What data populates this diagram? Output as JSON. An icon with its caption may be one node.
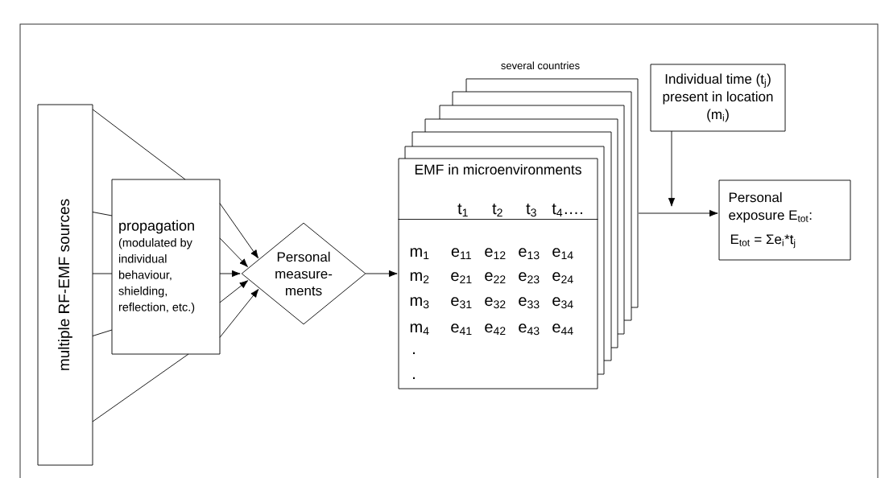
{
  "diagram": {
    "nodes": [
      {
        "text": [
          "multiple RF-EMF sources"
        ]
      },
      {
        "text": [
          "propagation",
          "(modulated by individual behaviour, shielding, reflection, etc.)"
        ]
      },
      {
        "text": [
          "Personal measure-ments"
        ]
      },
      {
        "text": [
          "EMF in microenvironments"
        ]
      },
      {
        "text": [
          "Individual time (t$_{j}$) present in location (m$_{i}$)"
        ]
      },
      {
        "text": [
          "Personal exposure E$_{tot}$:",
          "E$_{tot}$ = Σe$_{i}$*t$_{j}$"
        ]
      }
    ],
    "edges": [
      {
        "from": 0,
        "to": 1,
        "arrow": "none"
      },
      {
        "from": 0,
        "to": 1,
        "arrow": "none"
      },
      {
        "from": 0,
        "to": 1,
        "arrow": "none"
      },
      {
        "from": 0,
        "to": 1,
        "arrow": "none"
      },
      {
        "from": 0,
        "to": 1,
        "arrow": "none"
      },
      {
        "from": 1,
        "to": 2,
        "arrow": "to"
      },
      {
        "from": 1,
        "to": 2,
        "arrow": "to"
      },
      {
        "from": 1,
        "to": 2,
        "arrow": "to"
      },
      {
        "from": 1,
        "to": 2,
        "arrow": "to"
      },
      {
        "from": 1,
        "to": 2,
        "arrow": "to"
      },
      {
        "from": 2,
        "to": 3,
        "arrow": "to"
      },
      {
        "from": null,
        "to": 5,
        "arrow": "to"
      },
      {
        "from": 4,
        "to": null,
        "arrow": "to"
      }
    ],
    "labels": [
      "several countries",
      "t$_{1}$",
      "t$_{2}$",
      "t$_{3}$",
      "t$_{4}$….",
      "m$_{1}$",
      "e$_{11}$",
      "e$_{12}$",
      "e$_{13}$",
      "e$_{14}$",
      "m$_{2}$",
      "e$_{21}$",
      "e$_{22}$",
      "e$_{23}$",
      "e$_{24}$",
      "m$_{3}$",
      "e$_{31}$",
      "e$_{32}$",
      "e$_{33}$",
      "e$_{34}$",
      "m$_{4}$",
      "e$_{41}$",
      "e$_{42}$",
      "e$_{43}$",
      "e$_{44}$",
      ".",
      "."
    ]
  }
}
